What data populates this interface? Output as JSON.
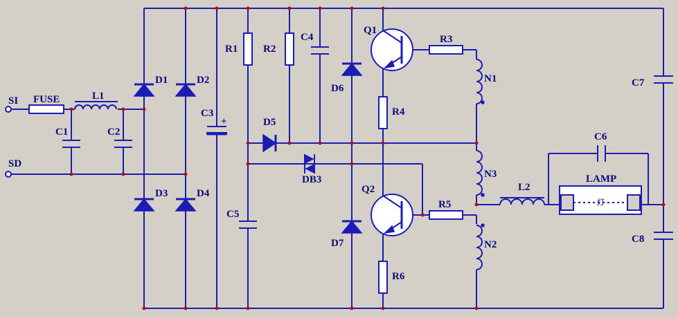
{
  "colors": {
    "background": "#d4d0c8",
    "wire": "#1c1cb4",
    "junction": "#b01010",
    "label": "#0a0a78"
  },
  "terminals": {
    "si": "SI",
    "sd": "SD"
  },
  "labels": {
    "fuse": "FUSE",
    "l1": "L1",
    "c1": "C1",
    "c2": "C2",
    "d1": "D1",
    "d2": "D2",
    "d3": "D3",
    "d4": "D4",
    "c3": "C3",
    "c3_polarity": "+",
    "r1": "R1",
    "r2": "R2",
    "c4": "C4",
    "c5": "C5",
    "d5": "D5",
    "db3": "DB3",
    "d6": "D6",
    "d7": "D7",
    "q1": "Q1",
    "q2": "Q2",
    "r3": "R3",
    "r4": "R4",
    "r5": "R5",
    "r6": "R6",
    "n1": "N1",
    "n2": "N2",
    "n3": "N3",
    "l2": "L2",
    "c6": "C6",
    "lamp": "LAMP",
    "lamp_inner": "灯",
    "c7": "C7",
    "c8": "C8"
  }
}
